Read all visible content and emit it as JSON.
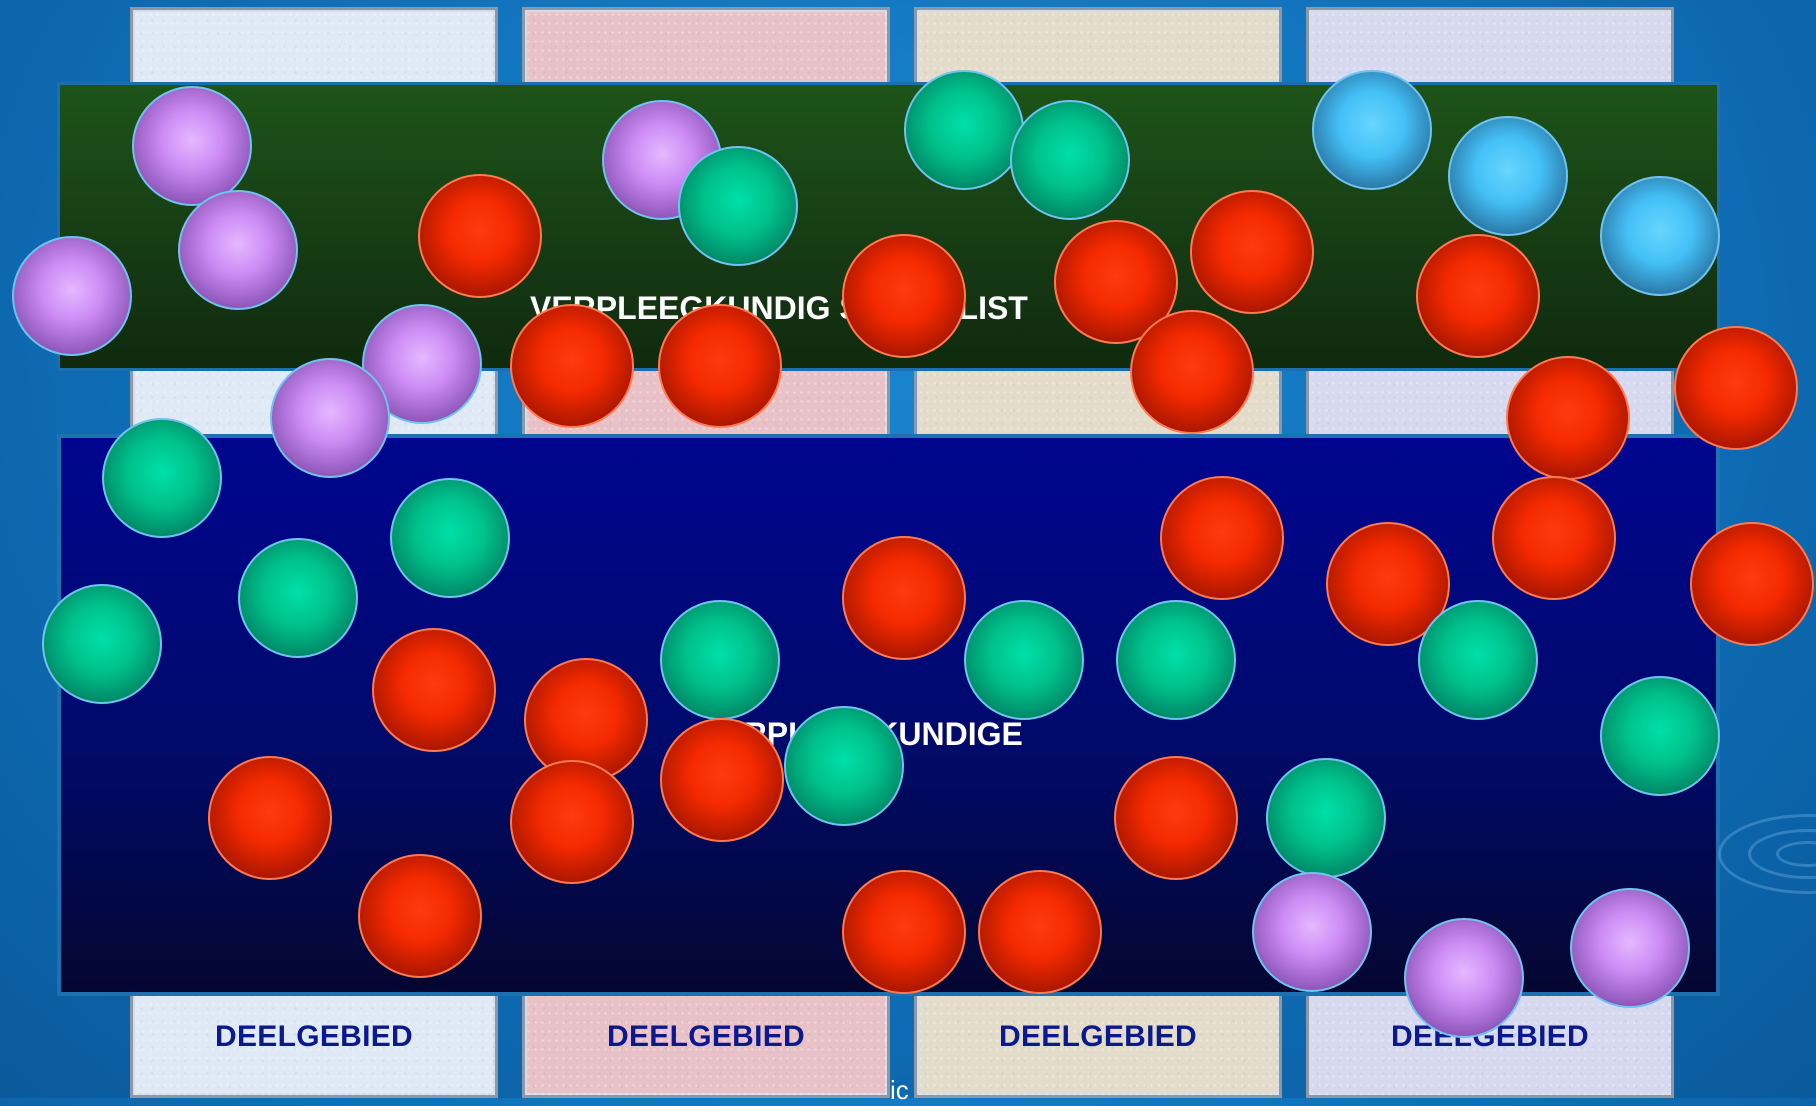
{
  "bands": {
    "top": "VERPLEEGKUNDIG SPECIALIST",
    "middle": "VERPLEEGKUNDIGE"
  },
  "columns": [
    "DEELGEBIED",
    "DEELGEBIED",
    "DEELGEBIED",
    "DEELGEBIED"
  ],
  "bottom_fragment": "ic",
  "colors": {
    "background": "#0f6fb8",
    "band_top": "#1d5418",
    "band_middle": "#00058f",
    "label_dark": "#0a1a8c",
    "ball_purple": "#cc8cf5",
    "ball_teal": "#00c08a",
    "ball_red": "#f52a00",
    "ball_sky": "#44c0f6"
  }
}
